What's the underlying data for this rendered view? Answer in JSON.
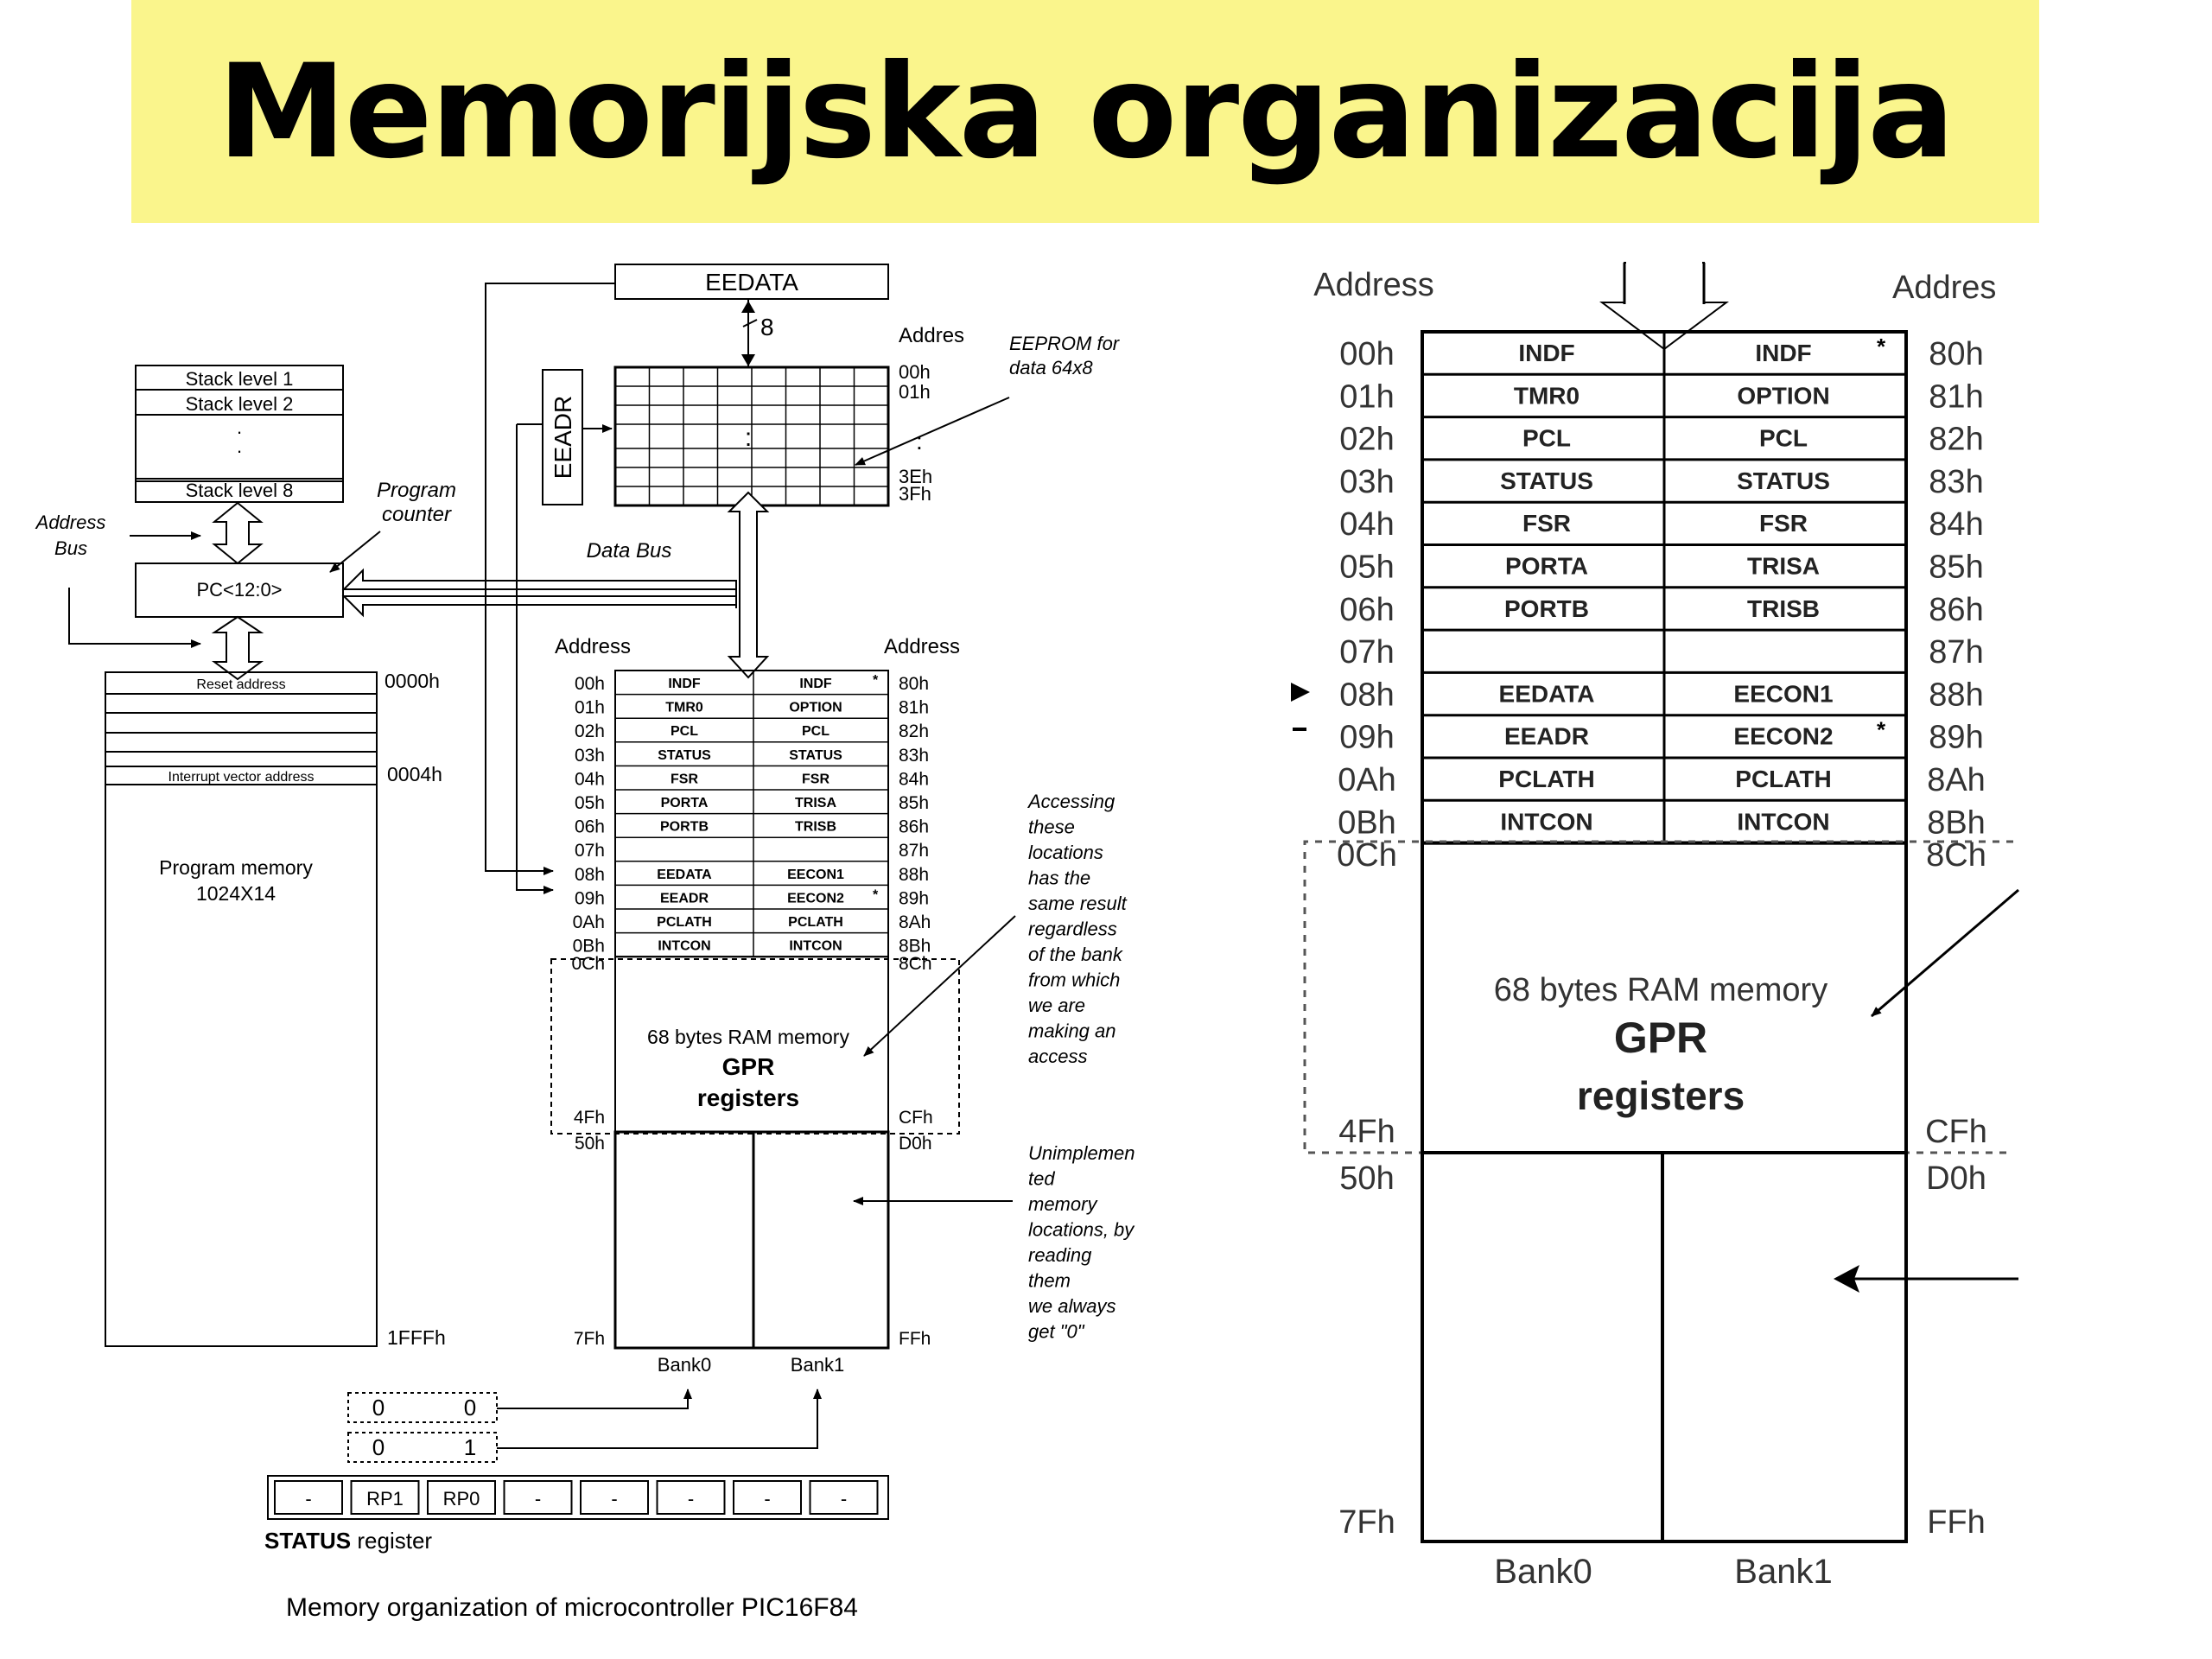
{
  "slide": {
    "title": "Memorijska organizacija"
  },
  "left_diagram": {
    "eedata_label": "EEDATA",
    "eedata_bus_width": "8",
    "eeadr_label": "EEADR",
    "eeprom_address_header": "Addres",
    "eeprom_addresses": [
      "00h",
      "01h",
      "3Eh",
      "3Fh"
    ],
    "eeprom_note": [
      "EEPROM for",
      "data 64x8"
    ],
    "stack_levels": [
      "Stack level 1",
      "Stack level 2",
      ".",
      ".",
      "Stack level 8"
    ],
    "program_counter_label": [
      "Program",
      "counter"
    ],
    "address_bus_label": [
      "Address",
      "Bus"
    ],
    "pc_label": "PC<12:0>",
    "data_bus_label": "Data Bus",
    "program_memory_rows": [
      "Reset address",
      "Interrupt vector address"
    ],
    "program_memory_label": [
      "Program memory",
      "1024X14"
    ],
    "program_memory_addresses": [
      "0000h",
      "0004h",
      "1FFFh"
    ],
    "ram_address_header_left": "Address",
    "ram_address_header_right": "Address",
    "ram_rows": [
      {
        "addr_left": "00h",
        "bank0": "INDF",
        "bank1": "INDF",
        "addr_right": "80h",
        "star": "*"
      },
      {
        "addr_left": "01h",
        "bank0": "TMR0",
        "bank1": "OPTION",
        "addr_right": "81h",
        "star": ""
      },
      {
        "addr_left": "02h",
        "bank0": "PCL",
        "bank1": "PCL",
        "addr_right": "82h",
        "star": ""
      },
      {
        "addr_left": "03h",
        "bank0": "STATUS",
        "bank1": "STATUS",
        "addr_right": "83h",
        "star": ""
      },
      {
        "addr_left": "04h",
        "bank0": "FSR",
        "bank1": "FSR",
        "addr_right": "84h",
        "star": ""
      },
      {
        "addr_left": "05h",
        "bank0": "PORTA",
        "bank1": "TRISA",
        "addr_right": "85h",
        "star": ""
      },
      {
        "addr_left": "06h",
        "bank0": "PORTB",
        "bank1": "TRISB",
        "addr_right": "86h",
        "star": ""
      },
      {
        "addr_left": "07h",
        "bank0": "",
        "bank1": "",
        "addr_right": "87h",
        "star": ""
      },
      {
        "addr_left": "08h",
        "bank0": "EEDATA",
        "bank1": "EECON1",
        "addr_right": "88h",
        "star": ""
      },
      {
        "addr_left": "09h",
        "bank0": "EEADR",
        "bank1": "EECON2",
        "addr_right": "89h",
        "star": "*"
      },
      {
        "addr_left": "0Ah",
        "bank0": "PCLATH",
        "bank1": "PCLATH",
        "addr_right": "8Ah",
        "star": ""
      },
      {
        "addr_left": "0Bh",
        "bank0": "INTCON",
        "bank1": "INTCON",
        "addr_right": "8Bh",
        "star": ""
      }
    ],
    "gpr_addresses": {
      "start_left": "0Ch",
      "start_right": "8Ch",
      "end_left": "4Fh",
      "end_right": "CFh"
    },
    "gpr_label": [
      "68 bytes RAM memory",
      "GPR",
      "registers"
    ],
    "unimpl_addresses": {
      "start_left": "50h",
      "start_right": "D0h",
      "end_left": "7Fh",
      "end_right": "FFh"
    },
    "bank_labels": [
      "Bank0",
      "Bank1"
    ],
    "accessing_note": [
      "Accessing",
      "these",
      "locations",
      "has the",
      "same result",
      "regardless",
      "of the bank",
      "from which",
      "we are",
      "making an",
      "access"
    ],
    "unimplemented_note": [
      "Unimplemen",
      "ted",
      "memory",
      "locations, by",
      "reading",
      "them",
      "we always",
      "get \"0\""
    ],
    "rp_values": [
      [
        "0",
        "0"
      ],
      [
        "0",
        "1"
      ]
    ],
    "status_bits": [
      "-",
      "RP1",
      "RP0",
      "-",
      "-",
      "-",
      "-",
      "-"
    ],
    "status_label_bold": "STATUS",
    "status_label_rest": " register",
    "caption": "Memory organization of microcontroller PIC16F84"
  },
  "right_diagram": {
    "address_header_left": "Address",
    "address_header_right": "Addres",
    "rows": [
      {
        "addr_left": "00h",
        "bank0": "INDF",
        "bank1": "INDF",
        "addr_right": "80h",
        "star": "*"
      },
      {
        "addr_left": "01h",
        "bank0": "TMR0",
        "bank1": "OPTION",
        "addr_right": "81h",
        "star": ""
      },
      {
        "addr_left": "02h",
        "bank0": "PCL",
        "bank1": "PCL",
        "addr_right": "82h",
        "star": ""
      },
      {
        "addr_left": "03h",
        "bank0": "STATUS",
        "bank1": "STATUS",
        "addr_right": "83h",
        "star": ""
      },
      {
        "addr_left": "04h",
        "bank0": "FSR",
        "bank1": "FSR",
        "addr_right": "84h",
        "star": ""
      },
      {
        "addr_left": "05h",
        "bank0": "PORTA",
        "bank1": "TRISA",
        "addr_right": "85h",
        "star": ""
      },
      {
        "addr_left": "06h",
        "bank0": "PORTB",
        "bank1": "TRISB",
        "addr_right": "86h",
        "star": ""
      },
      {
        "addr_left": "07h",
        "bank0": "",
        "bank1": "",
        "addr_right": "87h",
        "star": ""
      },
      {
        "addr_left": "08h",
        "bank0": "EEDATA",
        "bank1": "EECON1",
        "addr_right": "88h",
        "star": ""
      },
      {
        "addr_left": "09h",
        "bank0": "EEADR",
        "bank1": "EECON2",
        "addr_right": "89h",
        "star": "*"
      },
      {
        "addr_left": "0Ah",
        "bank0": "PCLATH",
        "bank1": "PCLATH",
        "addr_right": "8Ah",
        "star": ""
      },
      {
        "addr_left": "0Bh",
        "bank0": "INTCON",
        "bank1": "INTCON",
        "addr_right": "8Bh",
        "star": ""
      }
    ],
    "gpr_addresses": {
      "start_left": "0Ch",
      "start_right": "8Ch",
      "end_left": "4Fh",
      "end_right": "CFh"
    },
    "gpr_label": [
      "68 bytes RAM memory",
      "GPR",
      "registers"
    ],
    "unimpl_addresses": {
      "start_left": "50h",
      "start_right": "D0h",
      "end_left": "7Fh",
      "end_right": "FFh"
    },
    "bank_labels": [
      "Bank0",
      "Bank1"
    ]
  }
}
